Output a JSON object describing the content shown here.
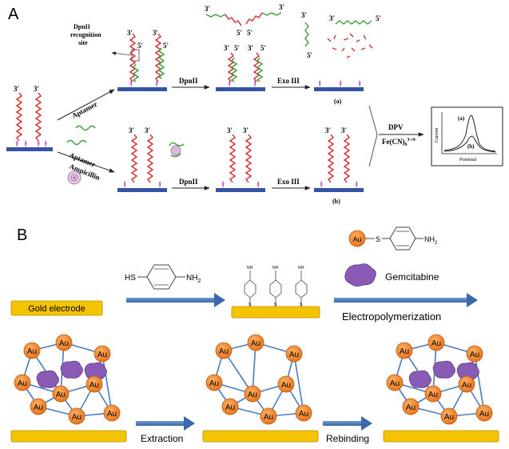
{
  "panel_a": {
    "label": "A",
    "strand_end_3": "3'",
    "strand_end_5": "5'",
    "recognition_site": [
      "DpnII",
      "recognition",
      "site"
    ],
    "aptamer_label": "Aptamer",
    "aptamer_ampicillin_label": [
      "Aptamer",
      "Ampicillin"
    ],
    "enzyme_dpnii": "DpnII",
    "enzyme_exo": "Exo III",
    "path_a": "(a)",
    "path_b": "(b)",
    "dpv_label": "DPV",
    "probe_label": "Fe(CN)",
    "probe_sub": "6",
    "probe_sup": "3-/4-",
    "chart": {
      "y_axis_label": "Current",
      "x_axis_label": "Potential",
      "curve_a_label": "(a)",
      "curve_b_label": "(b)"
    }
  },
  "panel_b": {
    "label": "B",
    "gold_electrode_label": "Gold electrode",
    "thiol_label": "HS",
    "amine_label": "NH",
    "amine_sub": "2",
    "au_label": "Au",
    "s_label": "S",
    "gemcitabine_label": "Gemcitabine",
    "electropolymerization_label": "Electropolymerization",
    "extraction_label": "Extraction",
    "rebinding_label": "Rebinding"
  },
  "colors": {
    "electrode_blue": "#3355a3",
    "dna_red": "#d62b2b",
    "dna_green": "#3a9a3a",
    "gold": "#f5c400",
    "au_orange": "#f07f1a",
    "gemcitabine_purple": "#8a5bb5",
    "arrow_blue": "#4a7ab8",
    "polymer_blue": "#4d7cc0"
  }
}
